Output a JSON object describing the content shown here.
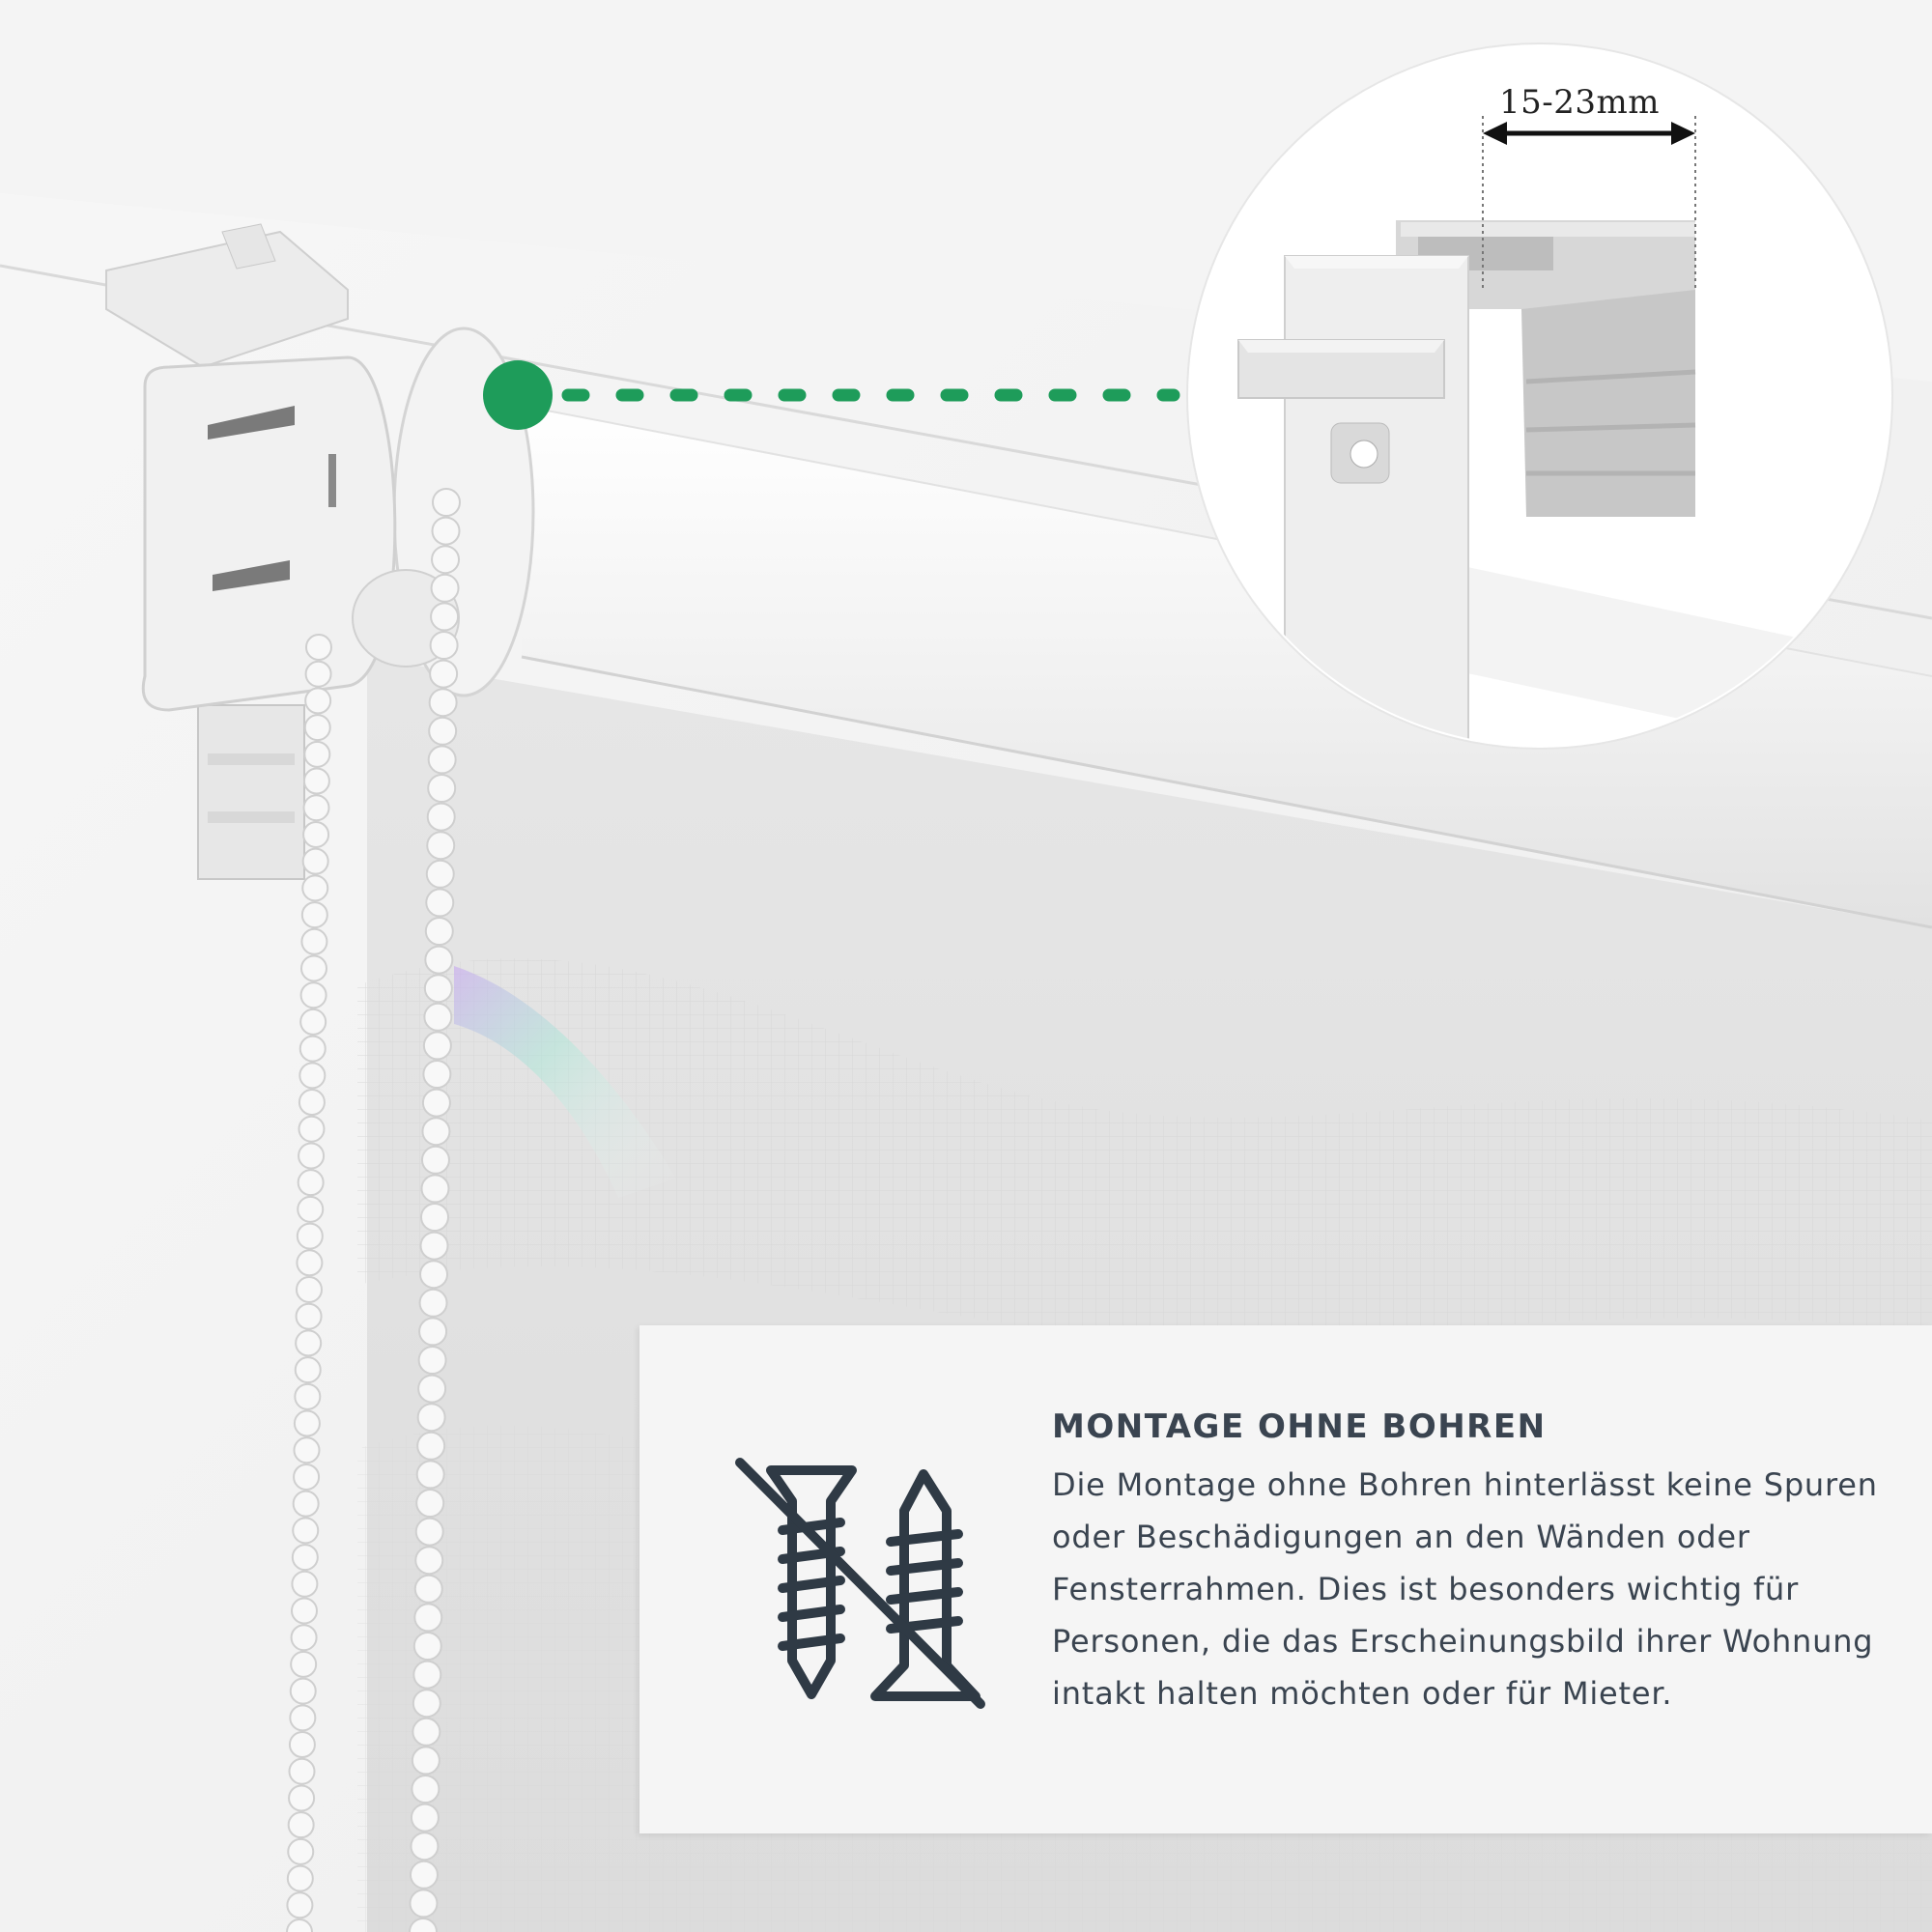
{
  "detail": {
    "dimension_label": "15-23mm"
  },
  "info": {
    "title": "MONTAGE OHNE BOHREN",
    "body": "Die Montage ohne Bohren hinterlässt keine Spuren oder Beschädigungen an den Wänden oder Fensterrahmen. Dies ist besonders wichtig für Personen, die das Erscheinungsbild ihrer Wohnung intakt halten möchten oder für Mieter.",
    "icon": "no-drilling-screws-icon"
  },
  "colors": {
    "accent_green": "#1e9c5a",
    "text": "#3a4450"
  }
}
